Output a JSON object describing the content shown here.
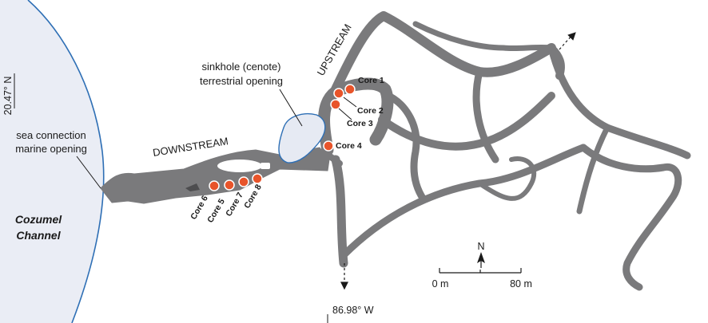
{
  "labels": {
    "sea_connection": [
      "sea connection",
      "marine opening"
    ],
    "sinkhole": [
      "sinkhole (cenote)",
      "terrestrial opening"
    ],
    "upstream": "UPSTREAM",
    "downstream": "DOWNSTREAM",
    "channel": [
      "Cozumel",
      "Channel"
    ],
    "latitude": "20.47° N",
    "longitude": "86.98° W"
  },
  "cores": [
    {
      "id": "core-1",
      "label": "Core 1"
    },
    {
      "id": "core-2",
      "label": "Core 2"
    },
    {
      "id": "core-3",
      "label": "Core 3"
    },
    {
      "id": "core-4",
      "label": "Core 4"
    },
    {
      "id": "core-5",
      "label": "Core 5"
    },
    {
      "id": "core-6",
      "label": "Core 6"
    },
    {
      "id": "core-7",
      "label": "Core 7"
    },
    {
      "id": "core-8",
      "label": "Core 8"
    }
  ],
  "north_arrow": "N",
  "scale_bar": {
    "start": "0 m",
    "end": "80 m"
  },
  "colors": {
    "cave": "#7a7a7c",
    "sea": "#eaedf5",
    "coastline": "#2e6fb5",
    "cenote_fill": "#e6eaf3",
    "core_marker": "#e8542a"
  }
}
